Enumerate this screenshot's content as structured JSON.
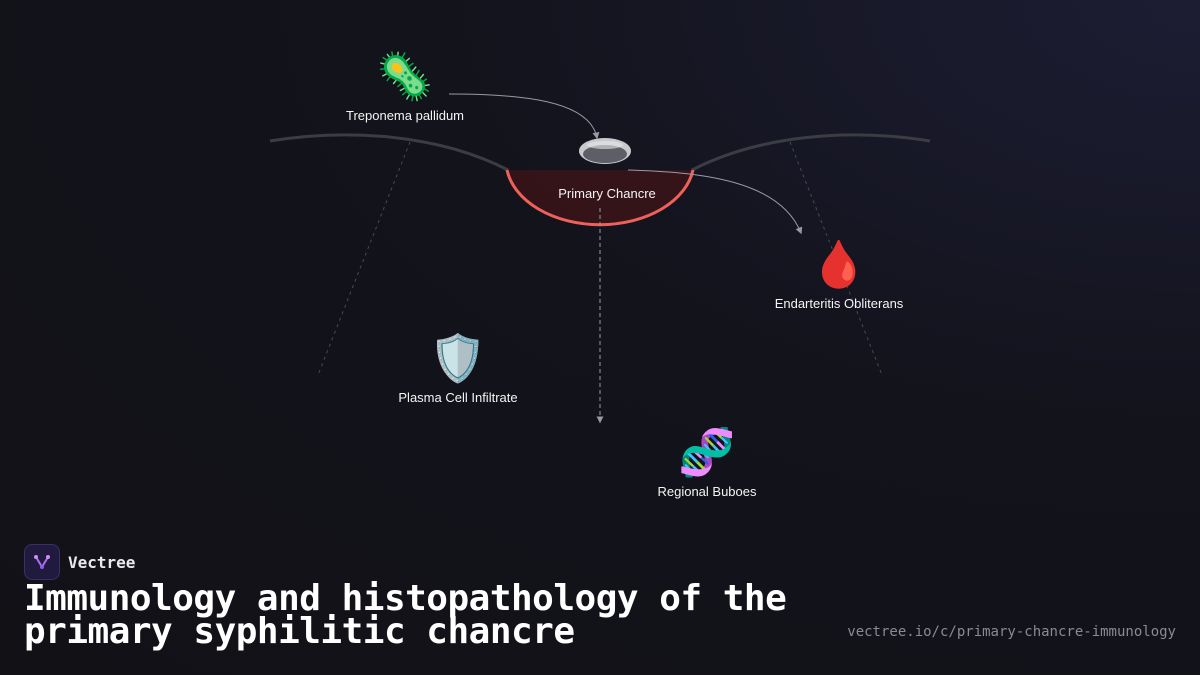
{
  "nodes": {
    "treponema": {
      "icon": "microbe-icon",
      "emoji": "🦠",
      "label": "Treponema pallidum"
    },
    "chancre": {
      "icon": "ulcer-icon",
      "label": "Primary Chancre"
    },
    "endarteritis": {
      "icon": "blood-drop-icon",
      "emoji": "🩸",
      "label": "Endarteritis Obliterans"
    },
    "plasma": {
      "icon": "shield-icon",
      "emoji": "🛡️",
      "label": "Plasma Cell Infiltrate"
    },
    "buboes": {
      "icon": "dna-icon",
      "emoji": "🧬",
      "label": "Regional Buboes"
    }
  },
  "brand": {
    "name": "Vectree",
    "icon": "vectree-logo-icon"
  },
  "title": "Immunology and histopathology of the primary syphilitic chancre",
  "url": "vectree.io/c/primary-chancre-immunology",
  "colors": {
    "accent": "#f0605a",
    "background": "#111116",
    "connector": "#9a9aa2"
  }
}
